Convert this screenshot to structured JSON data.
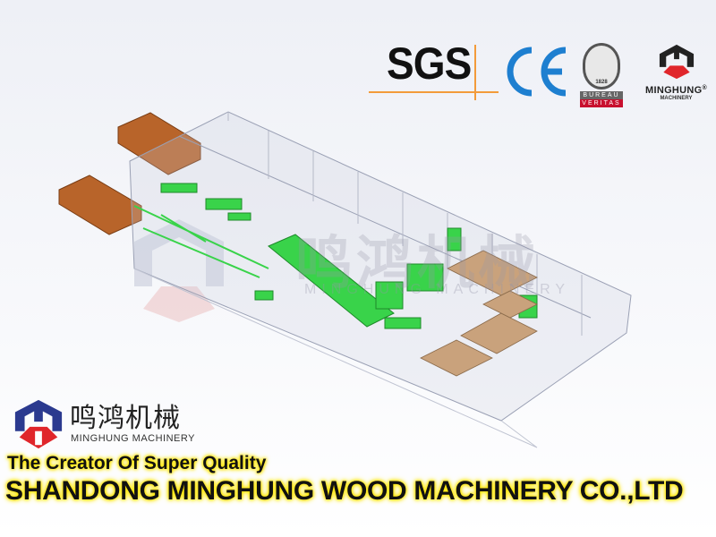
{
  "certifications": {
    "sgs": "SGS",
    "ce": "CE",
    "bureau_veritas": {
      "top": "BUREAU",
      "bottom": "VERITAS",
      "year": "1828"
    },
    "minghung": {
      "name": "MINGHUNG",
      "sub": "MACHINERY",
      "reg": "®"
    }
  },
  "watermark": {
    "cn": "鸣鸿机械",
    "en": "MINGHUNG MACHINERY"
  },
  "brand": {
    "cn_name": "鸣鸿机械",
    "en_name": "MINGHUNG MACHINERY"
  },
  "slogan": "The Creator Of Super Quality",
  "company": "SHANDONG MINGHUNG WOOD MACHINERY CO.,LTD",
  "colors": {
    "brand_blue": "#2b3a8f",
    "brand_red": "#e0262b",
    "machine_green": "#39d34a",
    "wood": "#b8642a",
    "ce_blue": "#1e7fd0",
    "glow": "#ffe600"
  }
}
